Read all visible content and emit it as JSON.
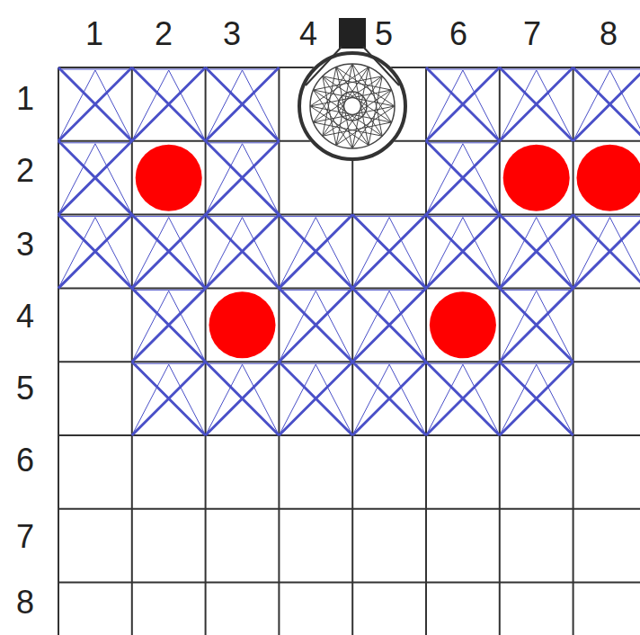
{
  "diagram": {
    "labels": [
      "1",
      "2",
      "3",
      "4",
      "5",
      "6",
      "7",
      "8",
      "1",
      "2",
      "3",
      "4",
      "5",
      "6",
      "7",
      "8"
    ]
  }
}
